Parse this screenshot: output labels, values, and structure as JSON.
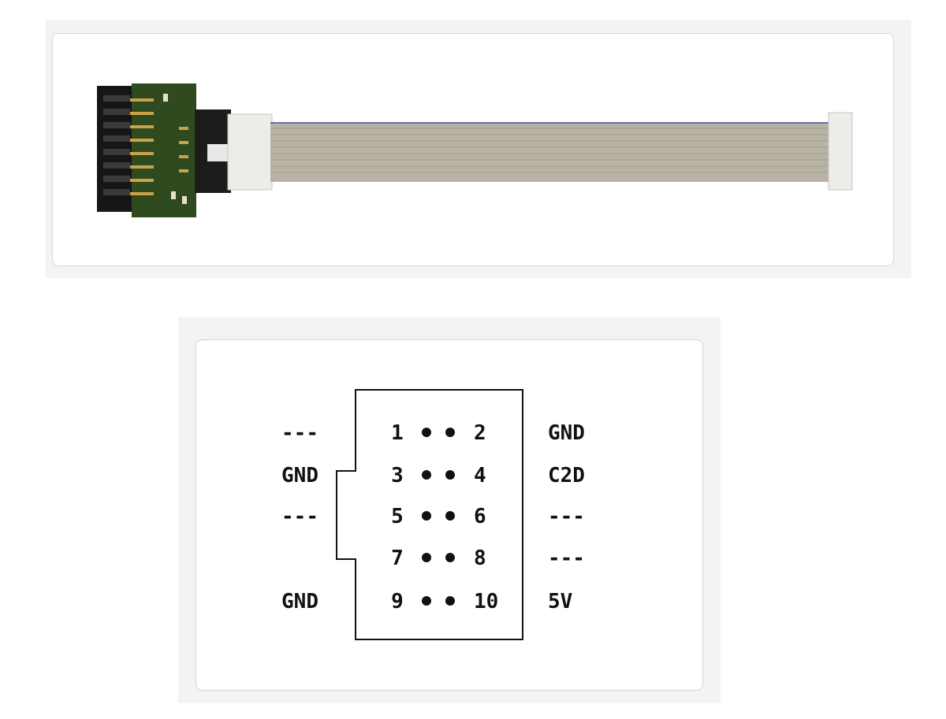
{
  "pinout": {
    "left_labels": [
      "---",
      "GND",
      "---",
      "",
      "GND"
    ],
    "right_labels": [
      "GND",
      "C2D",
      "---",
      "---",
      "5V"
    ],
    "rows": [
      {
        "odd": "1",
        "even": "2"
      },
      {
        "odd": "3",
        "even": "4"
      },
      {
        "odd": "5",
        "even": "6"
      },
      {
        "odd": "7",
        "even": "8"
      },
      {
        "odd": "9",
        "even": "10"
      }
    ]
  },
  "colors": {
    "pcb": "#2f4a1e",
    "header_black": "#161616",
    "ribbon": "#b9b3a6",
    "ribbon_stripe": "#6b6fa8",
    "connector_white": "#ecece8"
  }
}
